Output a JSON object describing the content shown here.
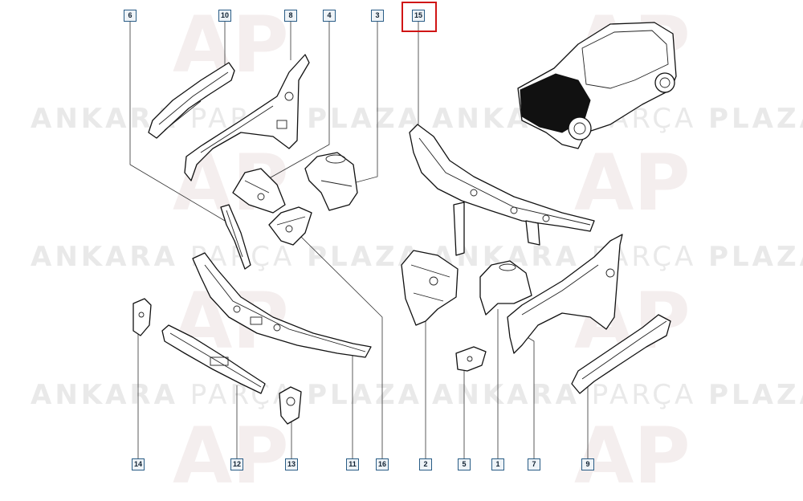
{
  "watermark": {
    "word1": "ANKARA",
    "word2": "PARÇA",
    "word3": "PLAZA",
    "logo": "AP"
  },
  "callouts": {
    "c6": "6",
    "c10": "10",
    "c8": "8",
    "c4": "4",
    "c3": "3",
    "c15": "15",
    "c14": "14",
    "c12": "12",
    "c13": "13",
    "c11": "11",
    "c16": "16",
    "c2": "2",
    "c5": "5",
    "c1": "1",
    "c7": "7",
    "c9": "9"
  },
  "highlighted_callout": "15",
  "colors": {
    "highlight": "#d01515",
    "watermark": "#e9e9e9",
    "label_border": "#2a5d86"
  }
}
